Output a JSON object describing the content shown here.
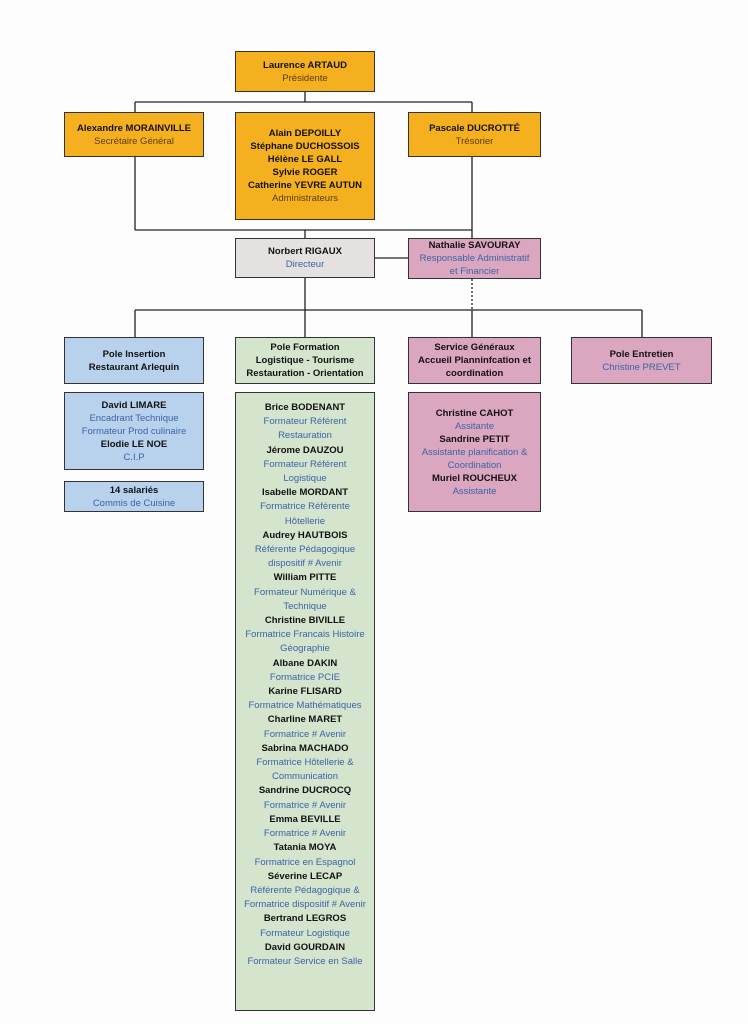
{
  "president": {
    "name": "Laurence ARTAUD",
    "role": "Présidente"
  },
  "secretary": {
    "name": "Alexandre MORAINVILLE",
    "role": "Secrétaire Général"
  },
  "administrators": {
    "names": [
      "Alain DEPOILLY",
      "Stéphane DUCHOSSOIS",
      "Hélène LE GALL",
      "Sylvie ROGER",
      "Catherine YEVRE AUTUN"
    ],
    "role": "Administrateurs"
  },
  "treasurer": {
    "name": "Pascale DUCROTTÉ",
    "role": "Trésorier"
  },
  "director": {
    "name": "Norbert RIGAUX",
    "role": "Directeur"
  },
  "raf": {
    "name": "Nathalie SAVOURAY",
    "role_lines": [
      "Responsable Administratif",
      "et Financier"
    ]
  },
  "pole_insertion": {
    "lines": [
      "Pole Insertion",
      "Restaurant Arlequin"
    ]
  },
  "pole_formation": {
    "lines": [
      "Pole Formation",
      "Logistique - Tourisme",
      "Restauration  - Orientation"
    ]
  },
  "service_generaux": {
    "lines": [
      "Service Généraux",
      "Accueil Planninfcation et",
      "coordination"
    ]
  },
  "pole_entretien": {
    "title": "Pole Entretien",
    "member": "Christine PREVET"
  },
  "insertion_staff": [
    {
      "name": "David LIMARE",
      "roles": [
        "Encadrant Technique",
        "Formateur Prod culinaire"
      ]
    },
    {
      "name": "Elodie LE NOE",
      "roles": [
        "C.I.P"
      ]
    }
  ],
  "salaries": {
    "count": "14 salariés",
    "role": "Commis de Cuisine"
  },
  "services_staff": [
    {
      "name": "Christine CAHOT",
      "roles": [
        "Assitante"
      ]
    },
    {
      "name": "Sandrine PETIT",
      "roles": [
        "Assistante planification &",
        "Coordination"
      ]
    },
    {
      "name": "Muriel ROUCHEUX",
      "roles": [
        "Assistante"
      ]
    }
  ],
  "formation_staff": [
    {
      "name": "Brice BODENANT",
      "roles": [
        "Formateur Référent",
        "Restauration"
      ]
    },
    {
      "name": "Jérome DAUZOU",
      "roles": [
        "Formateur Référent",
        "Logistique"
      ]
    },
    {
      "name": "Isabelle MORDANT",
      "roles": [
        "Formatrice Référente",
        "Hôtellerie"
      ]
    },
    {
      "name": "Audrey HAUTBOIS",
      "roles": [
        "Référente Pédagogique",
        "dispositif # Avenir"
      ]
    },
    {
      "name": "William PITTE",
      "roles": [
        "Formateur Numérique &",
        "Technique"
      ]
    },
    {
      "name": "Christine BIVILLE",
      "roles": [
        "Formatrice Francais Histoire",
        "Géographie"
      ]
    },
    {
      "name": "Albane DAKIN",
      "roles": [
        "Formatrice PCIE"
      ]
    },
    {
      "name": "Karine FLISARD",
      "roles": [
        "Formatrice Mathématiques"
      ]
    },
    {
      "name": "Charline MARET",
      "roles": [
        "Formatrice # Avenir"
      ]
    },
    {
      "name": "Sabrina MACHADO",
      "roles": [
        "Formatrice Hôtellerie &",
        "Communication"
      ]
    },
    {
      "name": "Sandrine DUCROCQ",
      "roles": [
        "Formatrice # Avenir"
      ]
    },
    {
      "name": "Emma BEVILLE",
      "roles": [
        "Formatrice # Avenir"
      ]
    },
    {
      "name": "Tatania MOYA",
      "roles": [
        "Formatrice en Espagnol"
      ]
    },
    {
      "name": "Séverine LECAP",
      "roles": [
        "Référente Pédagogique &",
        "Formatrice  dispositif # Avenir"
      ]
    },
    {
      "name": "Bertrand LEGROS",
      "roles": [
        "Formateur Logistique"
      ]
    },
    {
      "name": "David GOURDAIN",
      "roles": [
        "Formateur Service en Salle"
      ]
    }
  ]
}
